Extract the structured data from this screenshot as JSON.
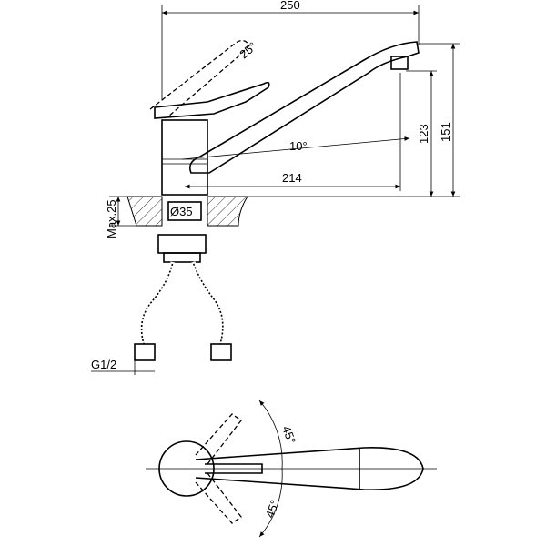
{
  "drawing": {
    "dimensions": {
      "overall_length": "250",
      "lever_angle": "25°",
      "spout_height": "123",
      "total_height": "151",
      "spout_angle": "10°",
      "spout_reach": "214",
      "max_counter_thickness": "Max.25",
      "mount_diameter": "Ø35",
      "hose_thread": "G1/2",
      "rotation_angle_top": "45°",
      "rotation_angle_bottom": "45°"
    },
    "colors": {
      "line": "#000000",
      "background": "#ffffff"
    }
  }
}
